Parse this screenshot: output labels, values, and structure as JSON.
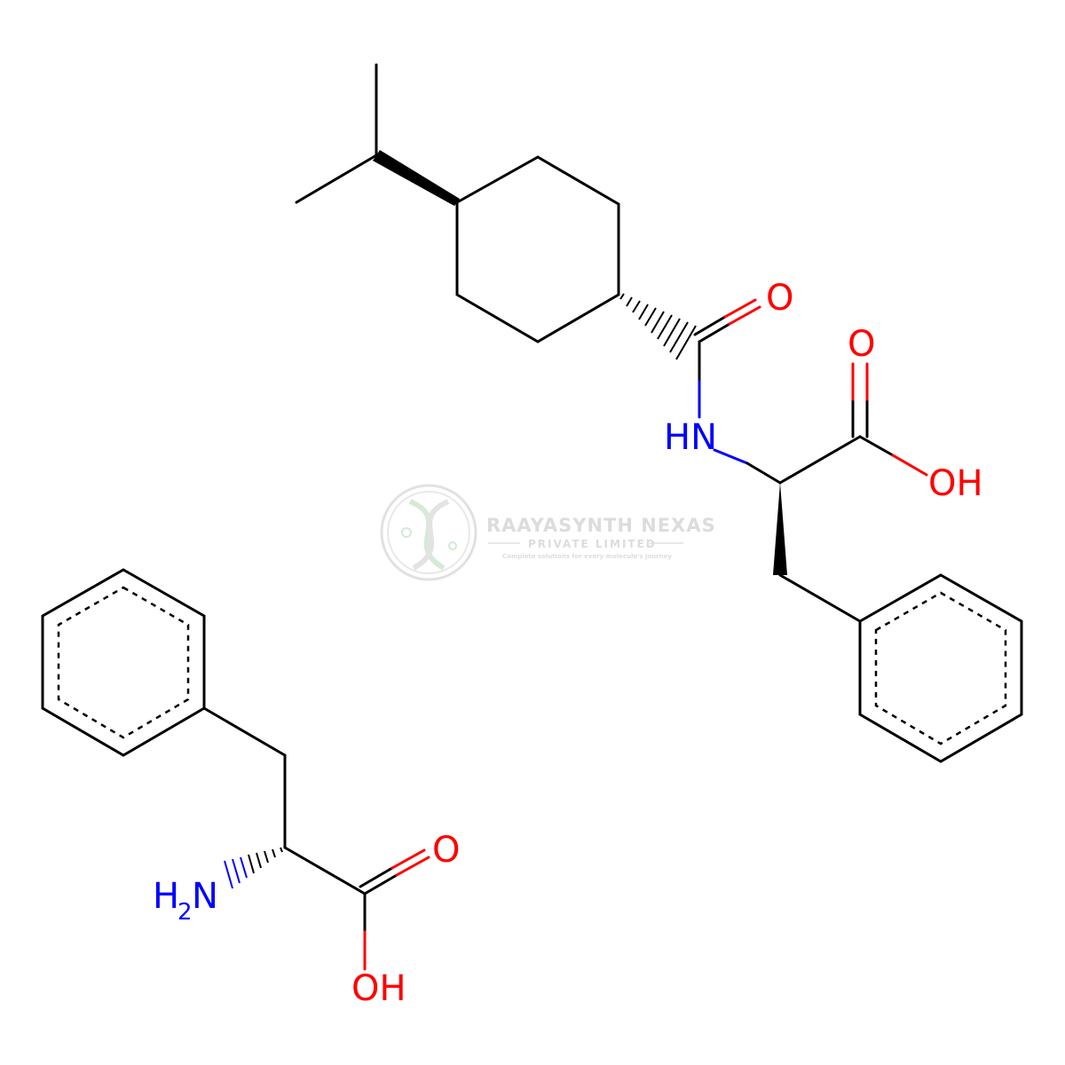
{
  "colors": {
    "bond": "#000000",
    "nitrogen": "#0000ff",
    "oxygen": "#ff0000",
    "watermark": "#d9d9d9",
    "watermark_accent": "#c8e6c9"
  },
  "atoms": {
    "o_amide": "O",
    "o_acid_top": "O",
    "oh_acid_right": "OH",
    "hn_amide": "HN",
    "o_acid_bottom": "O",
    "oh_acid_bottom": "OH",
    "nh2_h": "H",
    "nh2_sub": "2",
    "nh2_n": "N"
  },
  "watermark": {
    "name": "RAAYASYNTH NEXAS",
    "subtitle": "PRIVATE LIMITED",
    "tagline": "Complete solutions for every molecule's journey",
    "logo_icon": "dna-leaf-logo-icon"
  }
}
